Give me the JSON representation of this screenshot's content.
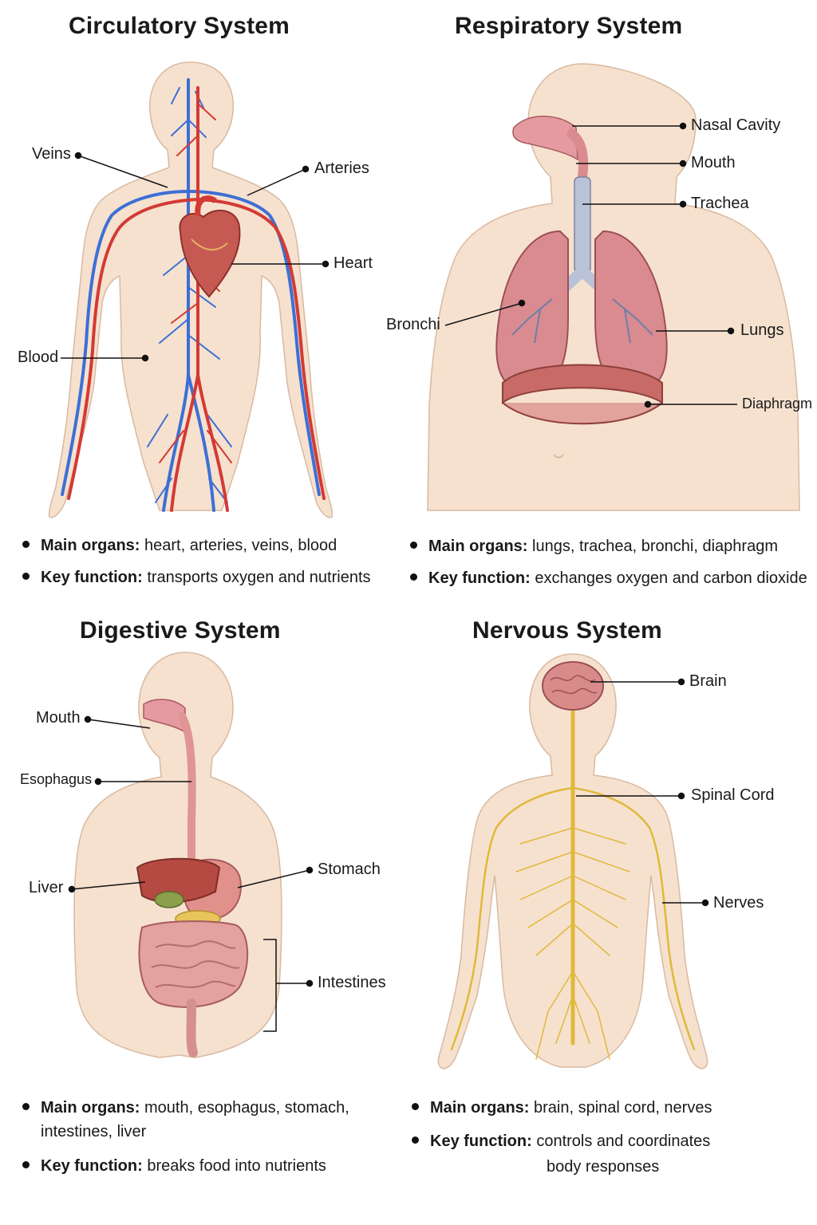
{
  "panels": {
    "circulatory": {
      "title": "Circulatory System",
      "labels": {
        "veins": "Veins",
        "arteries": "Arteries",
        "heart": "Heart",
        "blood": "Blood"
      },
      "main_label": "Main organs:",
      "main_text": "heart, arteries, veins, blood",
      "key_label": "Key function:",
      "key_text": "transports oxygen and nutrients"
    },
    "respiratory": {
      "title": "Respiratory System",
      "labels": {
        "nasal": "Nasal Cavity",
        "mouth": "Mouth",
        "trachea": "Trachea",
        "bronchi": "Bronchi",
        "lungs": "Lungs",
        "diaphragm": "Diaphragm"
      },
      "main_label": "Main organs:",
      "main_text": "lungs, trachea, bronchi, diaphragm",
      "key_label": "Key function:",
      "key_text": "exchanges oxygen and carbon dioxide"
    },
    "digestive": {
      "title": "Digestive System",
      "labels": {
        "mouth": "Mouth",
        "esophagus": "Esophagus",
        "liver": "Liver",
        "stomach": "Stomach",
        "intestines": "Intestines"
      },
      "main_label": "Main organs:",
      "main_text_1": "mouth, esophagus, stomach,",
      "main_text_2": "intestines, liver",
      "key_label": "Key function:",
      "key_text": "breaks food into nutrients"
    },
    "nervous": {
      "title": "Nervous System",
      "labels": {
        "brain": "Brain",
        "spinal": "Spinal Cord",
        "nerves": "Nerves"
      },
      "main_label": "Main organs:",
      "main_text": "brain, spinal cord, nerves",
      "key_label": "Key function:",
      "key_text_1": "controls and coordinates",
      "key_text_2": "body responses"
    }
  },
  "colors": {
    "skin": "#f6e1cf",
    "skin_line": "#d9b9a0",
    "artery": "#d33a34",
    "vein": "#3d6fd6",
    "lung": "#d98b90",
    "nerve": "#e0b93a",
    "organ": "#c65a52"
  }
}
